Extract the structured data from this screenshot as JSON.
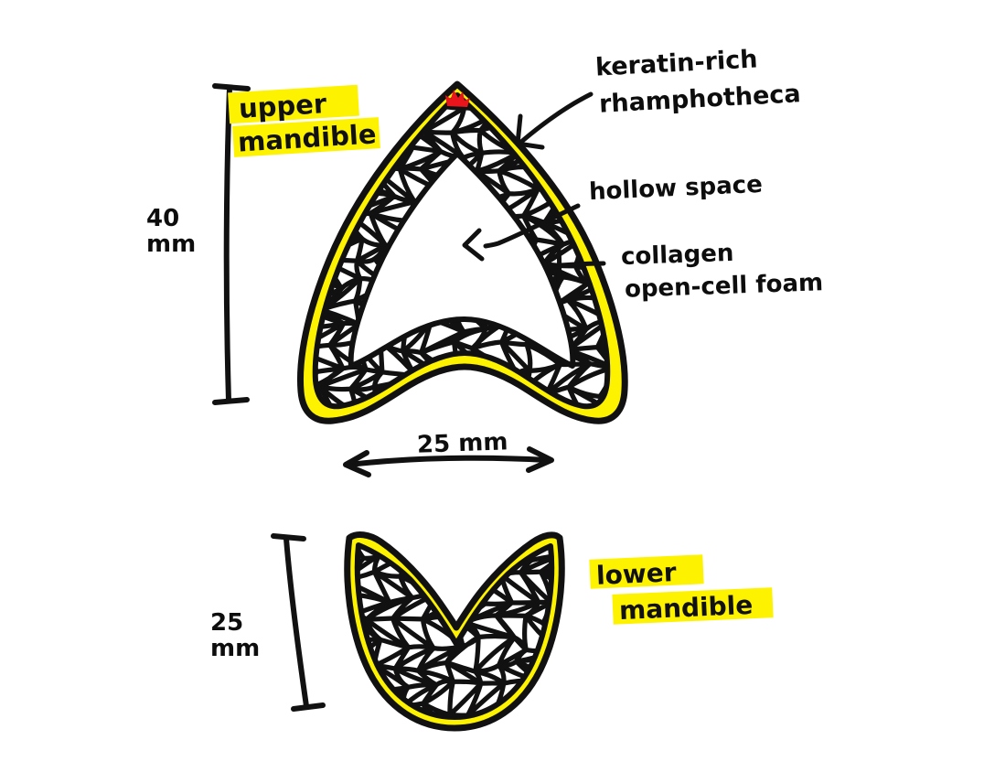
{
  "figure": {
    "title_hidden": "",
    "subject": "bird beak cross-section schematic",
    "background_color": "#ffffff",
    "ink_color": "#111111",
    "highlight_color": "#fdf200",
    "rhamphotheca_color": "#fdf200",
    "accent_mark_color": "#e8161c",
    "foam_color": "#111111"
  },
  "labels": {
    "upper_mandible": {
      "line1": "upper",
      "line2": "mandible",
      "highlighted": true
    },
    "lower_mandible": {
      "line1": "lower",
      "line2": "mandible",
      "highlighted": true
    },
    "keratin": {
      "line1": "keratin-rich",
      "line2": "rhamphotheca"
    },
    "hollow": {
      "line1": "hollow space"
    },
    "collagen": {
      "line1": "collagen",
      "line2": "open-cell foam"
    }
  },
  "dimensions": {
    "upper_height": {
      "value": "40",
      "unit": "mm",
      "orientation": "vertical"
    },
    "upper_width": {
      "value": "25 mm",
      "orientation": "horizontal"
    },
    "lower_height": {
      "value": "25",
      "unit": "mm",
      "orientation": "vertical"
    }
  },
  "structures": [
    {
      "name": "upper-mandible",
      "layers": [
        "keratin-rich rhamphotheca",
        "collagen open-cell foam",
        "hollow space"
      ],
      "height_mm": 40,
      "width_mm": 25
    },
    {
      "name": "lower-mandible",
      "layers": [
        "keratin-rich rhamphotheca",
        "collagen open-cell foam"
      ],
      "height_mm": 25
    }
  ]
}
